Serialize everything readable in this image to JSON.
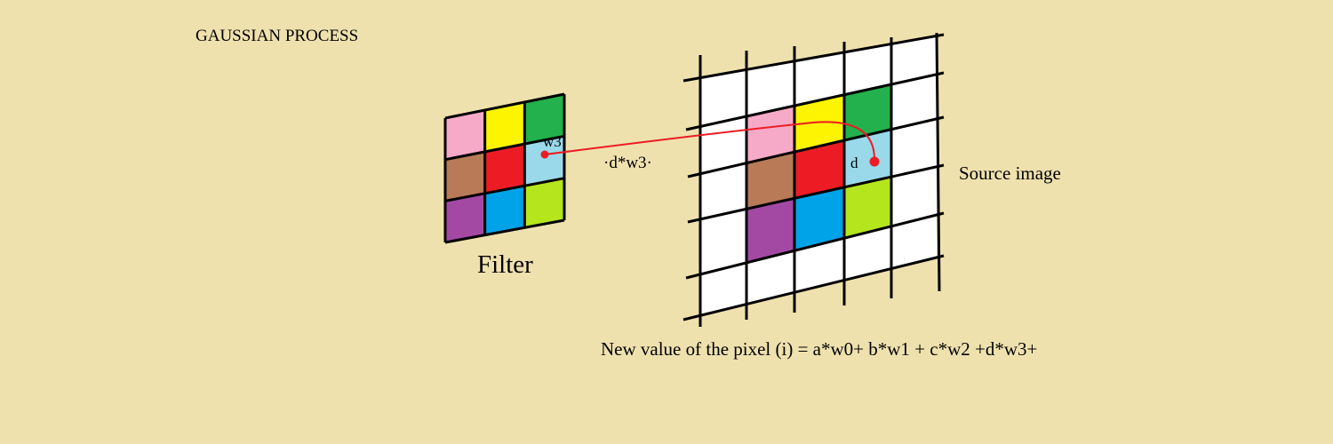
{
  "title": "GAUSSIAN PROCESS",
  "filter": {
    "caption": "Filter",
    "weight_label": "w3",
    "colors": [
      [
        "#f7aac8",
        "#fcf400",
        "#22b14c"
      ],
      [
        "#b97a57",
        "#ed1c24",
        "#99d9ea"
      ],
      [
        "#a349a4",
        "#00a2e8",
        "#b5e61d"
      ]
    ]
  },
  "source": {
    "caption": "Source image",
    "pixel_label": "d",
    "grid_background": "#ffffff",
    "overlay_colors": [
      [
        "#f7aac8",
        "#fcf400",
        "#22b14c"
      ],
      [
        "#b97a57",
        "#ed1c24",
        "#99d9ea"
      ],
      [
        "#a349a4",
        "#00a2e8",
        "#b5e61d"
      ]
    ]
  },
  "connector": {
    "label": "·d*w3·",
    "color": "#ed1c24"
  },
  "formula": "New value of the pixel (i) = a*w0+ b*w1 + c*w2 +d*w3+"
}
